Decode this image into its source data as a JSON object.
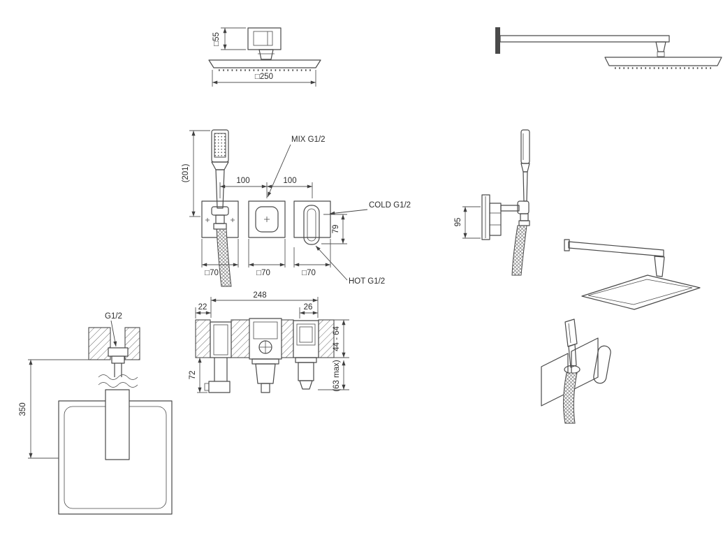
{
  "meta": {
    "type": "technical-drawing",
    "subject": "Concealed shower system dimensional drawing",
    "background_color": "#ffffff",
    "line_color": "#4a4a4a",
    "text_color": "#2b2b2b"
  },
  "ceiling_head_view": {
    "dim_connector_height": "□55",
    "dim_head_width": "□250"
  },
  "mixer_front_view": {
    "dim_handshower_height": "(201)",
    "label_mix_connection": "MIX G1/2",
    "dim_center_spacing_left": "100",
    "dim_center_spacing_right": "100",
    "label_cold_connection": "COLD G1/2",
    "dim_lever_drop": "79",
    "dim_plate1": "□70",
    "dim_plate2": "□70",
    "dim_plate3": "□70",
    "label_hot_connection": "HOT G1/2"
  },
  "mixer_side_view": {
    "dim_plate_height": "95"
  },
  "ceiling_section_view": {
    "label_thread": "G1/2",
    "dim_ceiling_to_head": "350"
  },
  "wall_section_view": {
    "dim_overall_width": "248",
    "dim_left_offset": "22",
    "dim_right_offset": "26",
    "dim_wall_depth_range": "44 - 64",
    "dim_spout_drop": "72",
    "dim_max_projection": "(63 max)"
  }
}
